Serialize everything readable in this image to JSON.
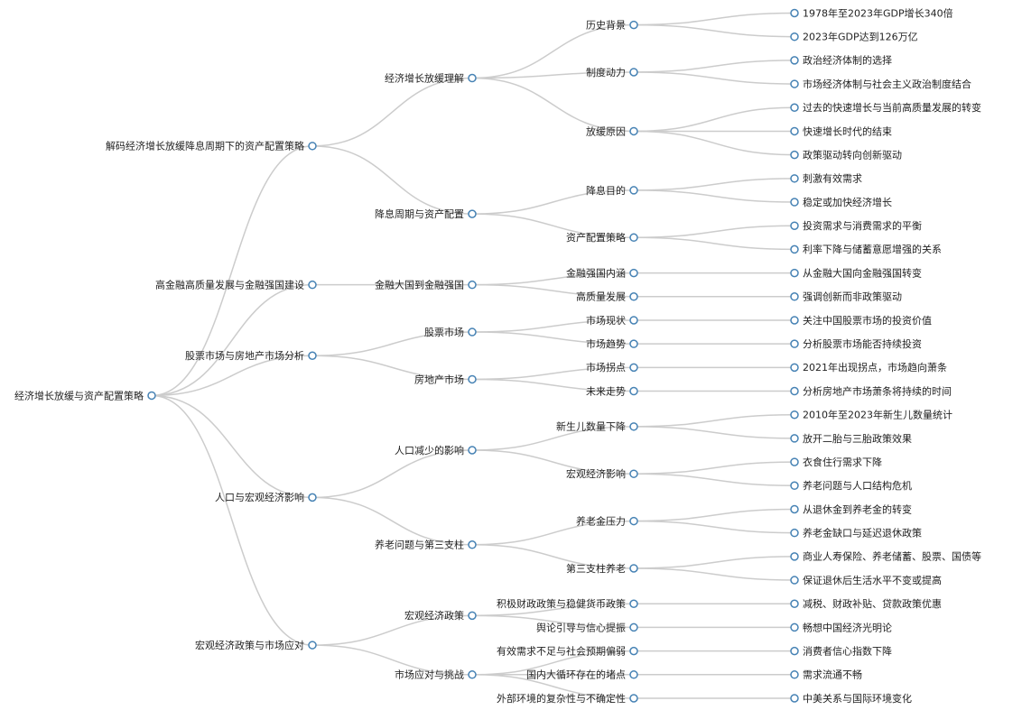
{
  "mindmap": {
    "root": {
      "label": "经济增长放缓与资产配置策略",
      "children": [
        {
          "label": "解码经济增长放缓降息周期下的资产配置策略",
          "children": [
            {
              "label": "经济增长放缓理解",
              "children": [
                {
                  "label": "历史背景",
                  "children": [
                    {
                      "label": "1978年至2023年GDP增长340倍"
                    },
                    {
                      "label": "2023年GDP达到126万亿"
                    }
                  ]
                },
                {
                  "label": "制度动力",
                  "children": [
                    {
                      "label": "政治经济体制的选择"
                    },
                    {
                      "label": "市场经济体制与社会主义政治制度结合"
                    }
                  ]
                },
                {
                  "label": "放缓原因",
                  "children": [
                    {
                      "label": "过去的快速增长与当前高质量发展的转变"
                    },
                    {
                      "label": "快速增长时代的结束"
                    },
                    {
                      "label": "政策驱动转向创新驱动"
                    }
                  ]
                }
              ]
            },
            {
              "label": "降息周期与资产配置",
              "children": [
                {
                  "label": "降息目的",
                  "children": [
                    {
                      "label": "刺激有效需求"
                    },
                    {
                      "label": "稳定或加快经济增长"
                    }
                  ]
                },
                {
                  "label": "资产配置策略",
                  "children": [
                    {
                      "label": "投资需求与消费需求的平衡"
                    },
                    {
                      "label": "利率下降与储蓄意愿增强的关系"
                    }
                  ]
                }
              ]
            }
          ]
        },
        {
          "label": "高金融高质量发展与金融强国建设",
          "children": [
            {
              "label": "金融大国到金融强国",
              "children": [
                {
                  "label": "金融强国内涵",
                  "children": [
                    {
                      "label": "从金融大国向金融强国转变"
                    }
                  ]
                },
                {
                  "label": "高质量发展",
                  "children": [
                    {
                      "label": "强调创新而非政策驱动"
                    }
                  ]
                }
              ]
            }
          ]
        },
        {
          "label": "股票市场与房地产市场分析",
          "children": [
            {
              "label": "股票市场",
              "children": [
                {
                  "label": "市场现状",
                  "children": [
                    {
                      "label": "关注中国股票市场的投资价值"
                    }
                  ]
                },
                {
                  "label": "市场趋势",
                  "children": [
                    {
                      "label": "分析股票市场能否持续投资"
                    }
                  ]
                }
              ]
            },
            {
              "label": "房地产市场",
              "children": [
                {
                  "label": "市场拐点",
                  "children": [
                    {
                      "label": "2021年出现拐点，市场趋向萧条"
                    }
                  ]
                },
                {
                  "label": "未来走势",
                  "children": [
                    {
                      "label": "分析房地产市场萧条将持续的时间"
                    }
                  ]
                }
              ]
            }
          ]
        },
        {
          "label": "人口与宏观经济影响",
          "children": [
            {
              "label": "人口减少的影响",
              "children": [
                {
                  "label": "新生儿数量下降",
                  "children": [
                    {
                      "label": "2010年至2023年新生儿数量统计"
                    },
                    {
                      "label": "放开二胎与三胎政策效果"
                    }
                  ]
                },
                {
                  "label": "宏观经济影响",
                  "children": [
                    {
                      "label": "衣食住行需求下降"
                    },
                    {
                      "label": "养老问题与人口结构危机"
                    }
                  ]
                }
              ]
            },
            {
              "label": "养老问题与第三支柱",
              "children": [
                {
                  "label": "养老金压力",
                  "children": [
                    {
                      "label": "从退休金到养老金的转变"
                    },
                    {
                      "label": "养老金缺口与延迟退休政策"
                    }
                  ]
                },
                {
                  "label": "第三支柱养老",
                  "children": [
                    {
                      "label": "商业人寿保险、养老储蓄、股票、国债等"
                    },
                    {
                      "label": "保证退休后生活水平不变或提高"
                    }
                  ]
                }
              ]
            }
          ]
        },
        {
          "label": "宏观经济政策与市场应对",
          "children": [
            {
              "label": "宏观经济政策",
              "children": [
                {
                  "label": "积极财政政策与稳健货币政策",
                  "children": [
                    {
                      "label": "减税、财政补贴、贷款政策优惠"
                    }
                  ]
                },
                {
                  "label": "舆论引导与信心提振",
                  "children": [
                    {
                      "label": "畅想中国经济光明论"
                    }
                  ]
                }
              ]
            },
            {
              "label": "市场应对与挑战",
              "children": [
                {
                  "label": "有效需求不足与社会预期偏弱",
                  "children": [
                    {
                      "label": "消费者信心指数下降"
                    }
                  ]
                },
                {
                  "label": "国内大循环存在的堵点",
                  "children": [
                    {
                      "label": "需求流通不畅"
                    }
                  ]
                },
                {
                  "label": "外部环境的复杂性与不确定性",
                  "children": [
                    {
                      "label": "中美关系与国际环境变化"
                    }
                  ]
                }
              ]
            }
          ]
        }
      ]
    }
  }
}
